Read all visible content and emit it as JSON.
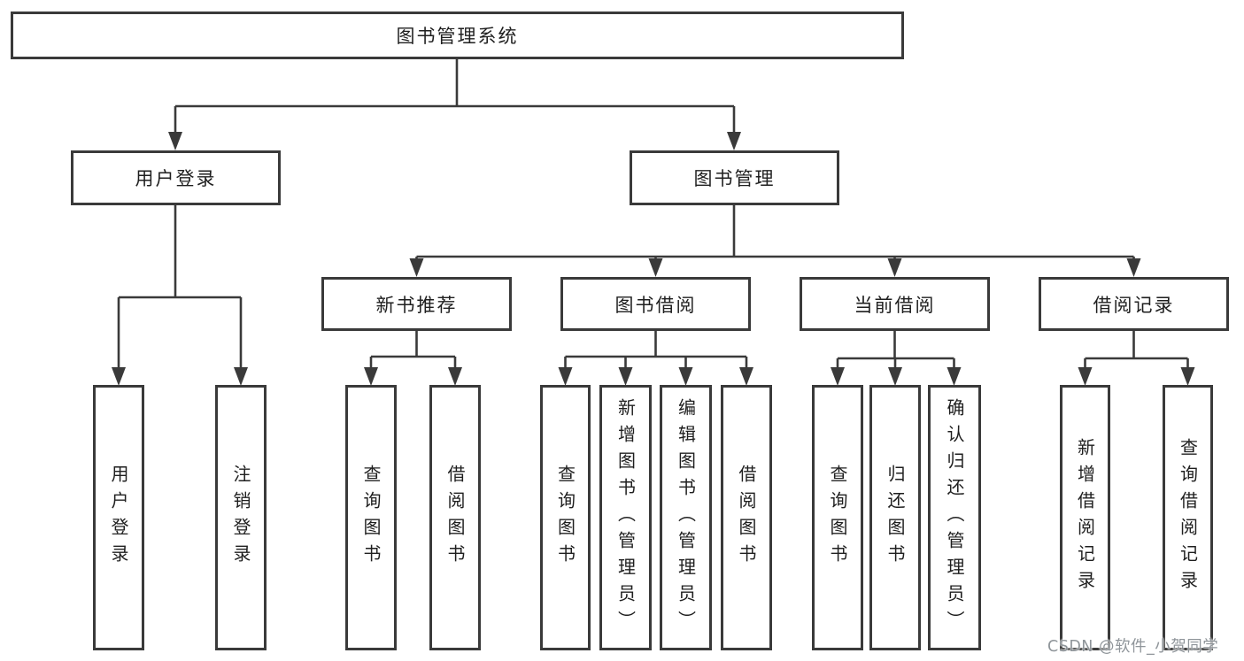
{
  "diagram": {
    "root": {
      "label": "图书管理系统"
    },
    "login": {
      "label": "用户登录",
      "children": [
        {
          "label": "用户登录"
        },
        {
          "label": "注销登录"
        }
      ]
    },
    "mgmt": {
      "label": "图书管理",
      "sections": [
        {
          "label": "新书推荐",
          "children": [
            {
              "label": "查询图书"
            },
            {
              "label": "借阅图书"
            }
          ]
        },
        {
          "label": "图书借阅",
          "children": [
            {
              "label": "查询图书"
            },
            {
              "label": "新增图书（管理员）"
            },
            {
              "label": "编辑图书（管理员）"
            },
            {
              "label": "借阅图书"
            }
          ]
        },
        {
          "label": "当前借阅",
          "children": [
            {
              "label": "查询图书"
            },
            {
              "label": "归还图书"
            },
            {
              "label": "确认归还（管理员）"
            }
          ]
        },
        {
          "label": "借阅记录",
          "children": [
            {
              "label": "新增借阅记录"
            },
            {
              "label": "查询借阅记录"
            }
          ]
        }
      ]
    }
  },
  "watermark": {
    "text": "CSDN @软件_小贺同学",
    "color": "#8f959a"
  },
  "style": {
    "line_color": "#3a3a3a"
  }
}
